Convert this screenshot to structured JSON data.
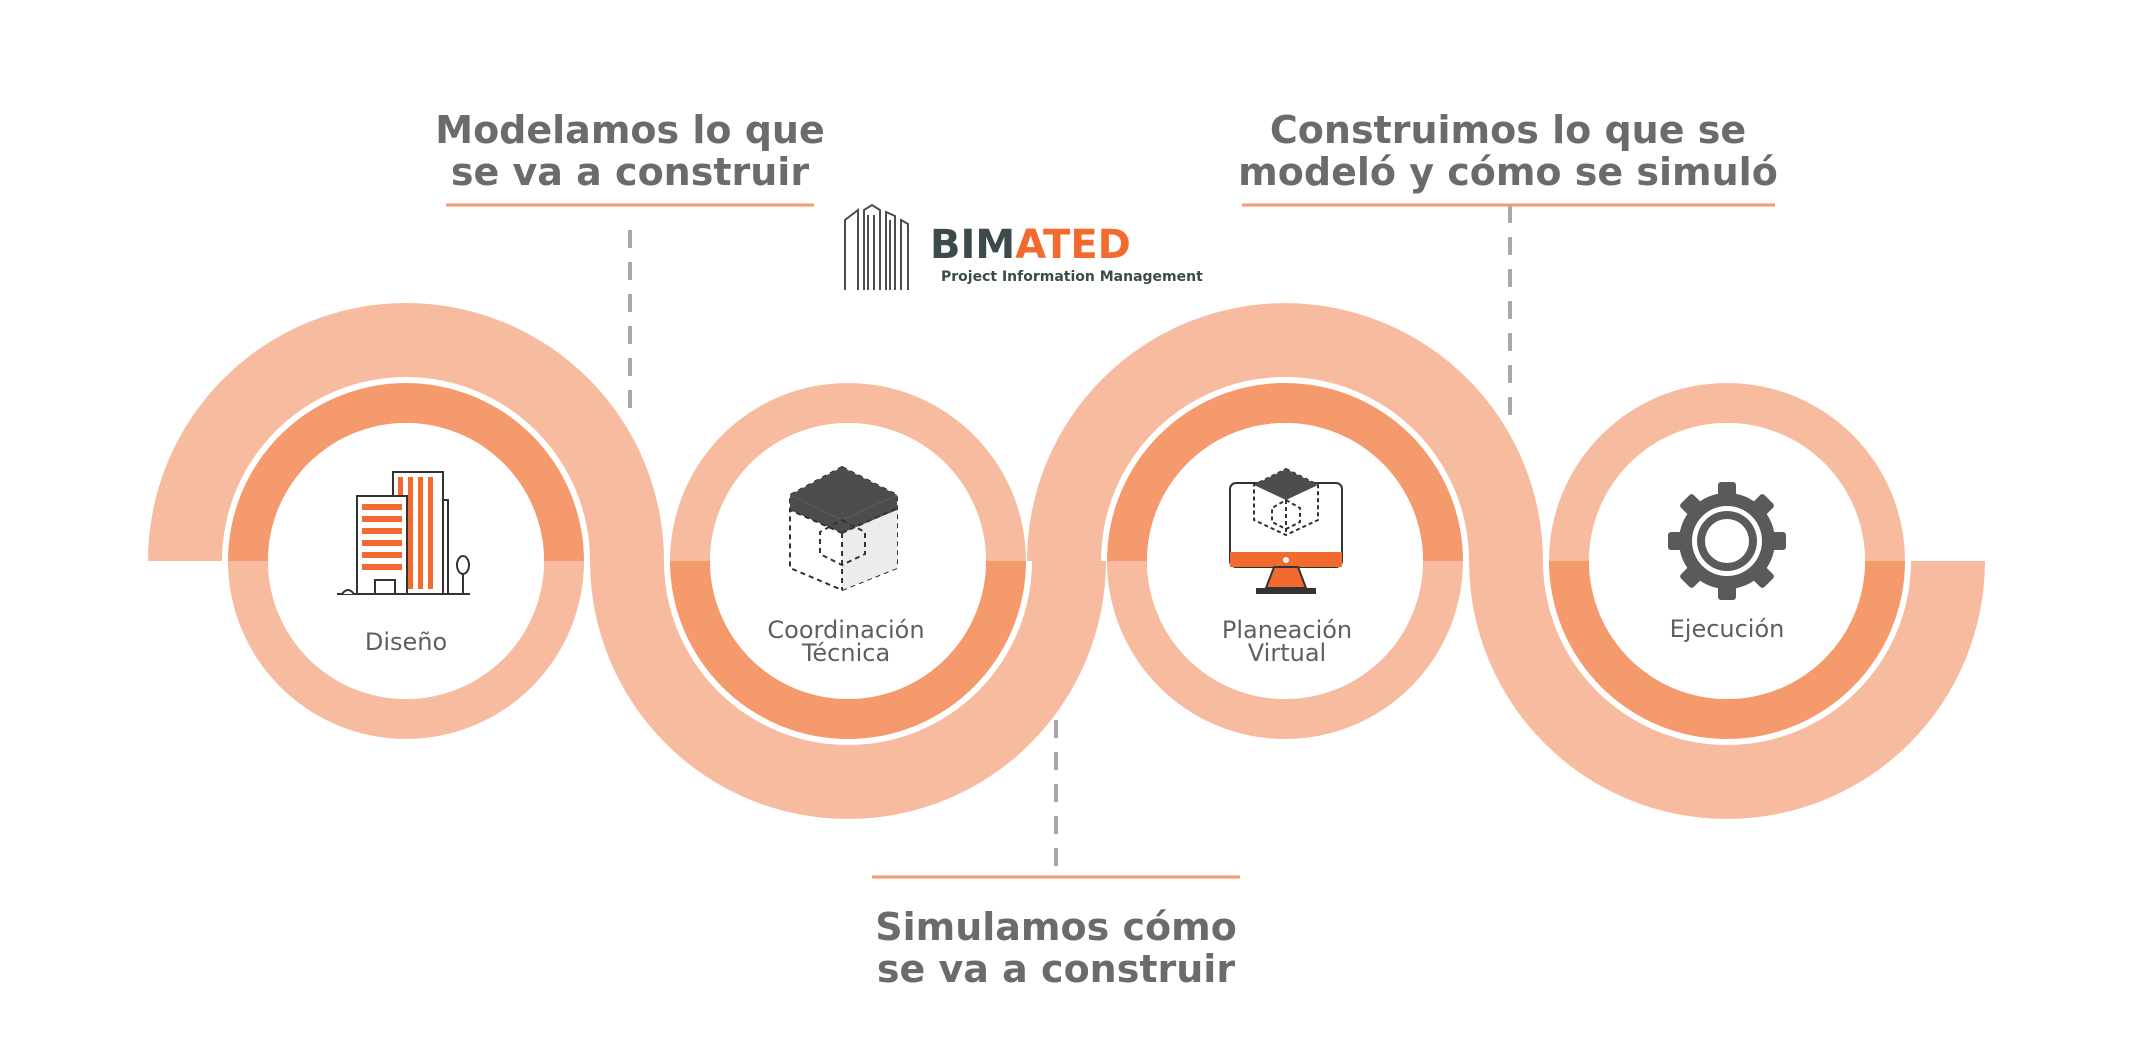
{
  "colors": {
    "light": "#f7bc9f",
    "medium": "#f59a6d",
    "accent": "#f26a2d",
    "text": "#6b6b6b",
    "dashed": "#a8a8a8",
    "icon_dark": "#4d4d4d",
    "logo_dark": "#3d4a4b"
  },
  "logo": {
    "name_part1": "BIM",
    "name_part2": "ATED",
    "tagline": "Project Information Management",
    "icon": "building-outline-icon"
  },
  "captions": {
    "top_left": {
      "line1": "Modelamos lo que",
      "line2": "se va a construir"
    },
    "top_right": {
      "line1": "Construimos lo que se",
      "line2": "modeló y cómo se simuló"
    },
    "bottom": {
      "line1": "Simulamos cómo",
      "line2": "se va a construir"
    }
  },
  "stages": [
    {
      "label_line1": "Diseño",
      "label_line2": "",
      "icon": "building-icon"
    },
    {
      "label_line1": "Coordinación",
      "label_line2": "Técnica",
      "icon": "cube-icon"
    },
    {
      "label_line1": "Planeación",
      "label_line2": "Virtual",
      "icon": "monitor-cube-icon"
    },
    {
      "label_line1": "Ejecución",
      "label_line2": "",
      "icon": "gear-icon"
    }
  ]
}
